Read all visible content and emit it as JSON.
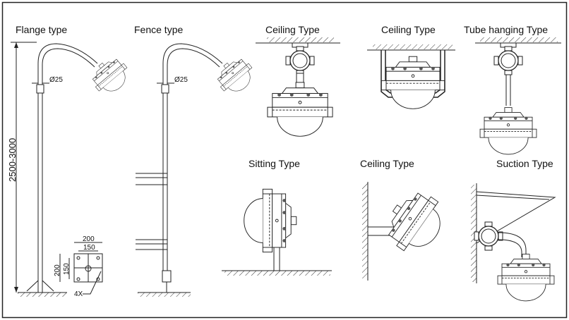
{
  "title_labels": {
    "flange": "Flange type",
    "fence": "Fence type",
    "ceiling1": "Ceiling  Type",
    "ceiling2": "Ceiling  Type",
    "tube": "Tube hanging Type",
    "sitting": "Sitting Type",
    "ceiling3": "Ceiling  Type",
    "suction": "Suction Type"
  },
  "dimensions": {
    "pole_diameter_1": "Ø25",
    "pole_diameter_2": "Ø25",
    "pole_height": "2500-3000",
    "base_width_outer": "200",
    "base_width_inner": "150",
    "base_height_outer": "200",
    "base_height_inner": "150",
    "bolt_count": "4X"
  }
}
